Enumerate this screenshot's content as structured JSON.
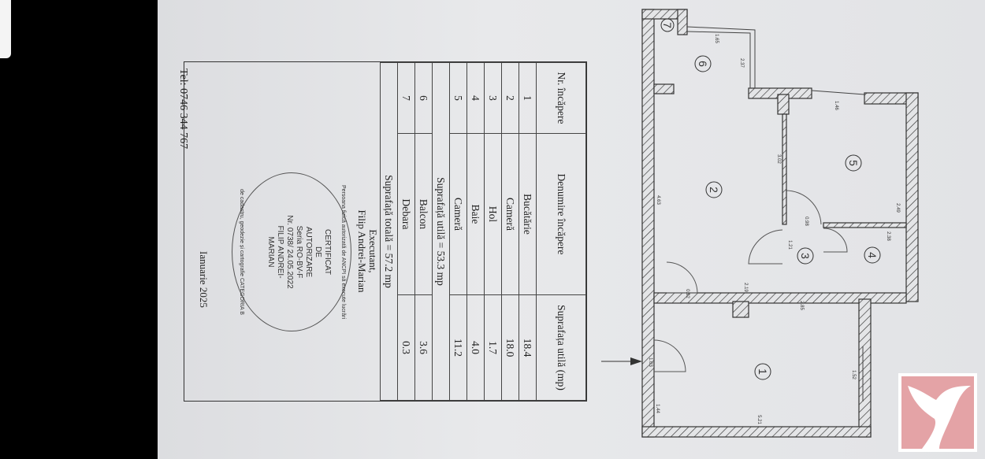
{
  "table": {
    "headers": [
      "Nr. încăpere",
      "Denumire încăpere",
      "Suprafața utilă (mp)"
    ],
    "rows": [
      {
        "nr": "1",
        "name": "Bucătărie",
        "area": "18.4"
      },
      {
        "nr": "2",
        "name": "Cameră",
        "area": "18.0"
      },
      {
        "nr": "3",
        "name": "Hol",
        "area": "1.7"
      },
      {
        "nr": "4",
        "name": "Baie",
        "area": "4.0"
      },
      {
        "nr": "5",
        "name": "Cameră",
        "area": "11.2"
      }
    ],
    "useful_total": "Suprafață utilă = 53.3 mp",
    "extra_rows": [
      {
        "nr": "6",
        "name": "Balcon",
        "area": "3.6"
      },
      {
        "nr": "7",
        "name": "Debara",
        "area": "0.3"
      }
    ],
    "grand_total": "Suprafață totală = 57.2 mp"
  },
  "footer": {
    "executant_label": "Executant,",
    "executant_name": "Filip Andrei-Marian",
    "phone": "Tel: 0746 344 767",
    "date": "Ianuarie 2025"
  },
  "stamp": {
    "ring_top": "Persoana fizică autorizată de ANCPI să execute lucrări",
    "ring_bottom": "de cadastru, geodezie și cartografie CATEGORIA B",
    "lines": [
      "CERTIFICAT",
      "DE",
      "AUTORIZARE",
      "Seria RO-BV-F",
      "Nr. 0738/ 24.05.2022",
      "FILIP ANDREI-",
      "MARIAN"
    ]
  },
  "plan": {
    "rooms": [
      "1",
      "2",
      "3",
      "4",
      "5",
      "6",
      "7"
    ],
    "dims": [
      "1.65",
      "2.37",
      "1.46",
      "2.49",
      "2.38",
      "5.21",
      "4.63",
      "2.19",
      "2.85",
      "1.52",
      "1.03",
      "1.44",
      "0.92",
      "0.98",
      "1.21",
      "3.02"
    ]
  }
}
